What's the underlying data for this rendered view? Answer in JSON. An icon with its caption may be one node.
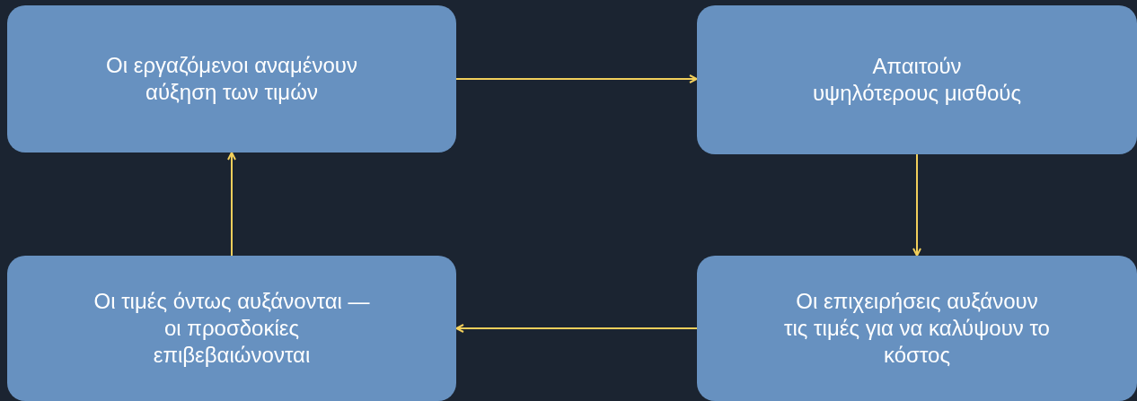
{
  "diagram": {
    "nodes": [
      {
        "text": [
          "Οι εργαζόμενοι αναμένουν αύξηση των τιμών"
        ]
      },
      {
        "text": [
          "Απαιτούν υψηλότερους μισθούς"
        ]
      },
      {
        "text": [
          "Οι επιχειρήσεις αυξάνουν τις τιμές για να καλύψουν το κόστος"
        ]
      },
      {
        "text": [
          "Οι τιμές όντως αυξάνονται — οι προσδοκίες επιβεβαιώνονται"
        ]
      }
    ],
    "edges": [
      {
        "from": 0,
        "to": 1,
        "arrow": "to"
      },
      {
        "from": 1,
        "to": 2,
        "arrow": "to"
      },
      {
        "from": 2,
        "to": 3,
        "arrow": "to"
      },
      {
        "from": 3,
        "to": 0,
        "arrow": "to"
      }
    ]
  }
}
